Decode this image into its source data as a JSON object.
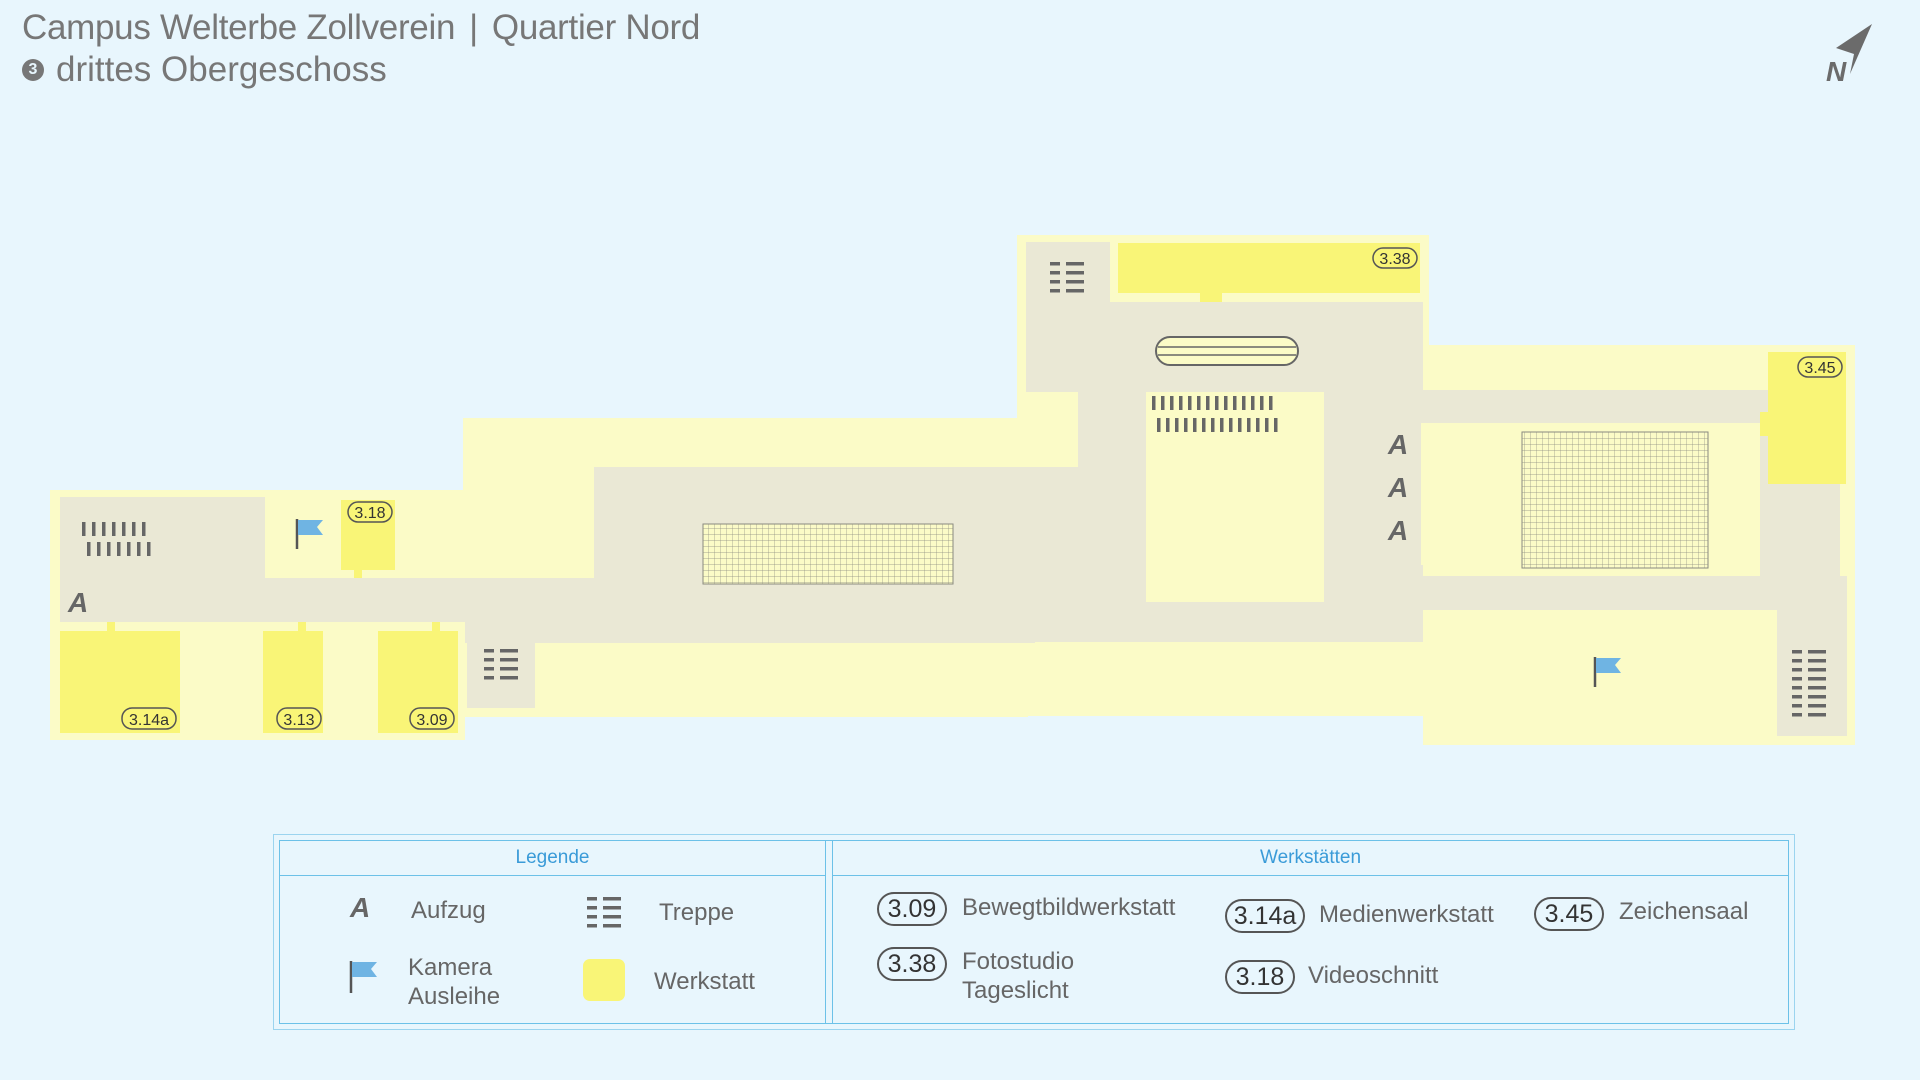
{
  "header": {
    "title": "Campus Welterbe Zollverein",
    "separator": "|",
    "title_part2": "Quartier Nord",
    "floor_badge": "3",
    "subtitle": "drittes Obergeschoss"
  },
  "compass": {
    "label": "N"
  },
  "map": {
    "colors": {
      "background": "#e8f6fd",
      "floor_outline": "#fbfbc7",
      "corridor": "#eae8d5",
      "room": "#f9f577",
      "label_border": "#555555",
      "flag": "#6fb4e3",
      "icon": "#666666"
    },
    "rooms": [
      {
        "id": "3.18",
        "label": "3.18"
      },
      {
        "id": "3.14a",
        "label": "3.14a"
      },
      {
        "id": "3.13",
        "label": "3.13"
      },
      {
        "id": "3.09",
        "label": "3.09"
      },
      {
        "id": "3.38",
        "label": "3.38"
      },
      {
        "id": "3.45",
        "label": "3.45"
      }
    ],
    "elevator_symbol": "A"
  },
  "legend": {
    "heading": "Legende",
    "items": {
      "elevator": {
        "symbol": "A",
        "label": "Aufzug"
      },
      "stairs": {
        "label": "Treppe"
      },
      "camera": {
        "label_line1": "Kamera",
        "label_line2": "Ausleihe"
      },
      "workshop": {
        "label": "Werkstatt"
      }
    }
  },
  "workshops": {
    "heading": "Werkstätten",
    "entries": [
      {
        "number": "3.09",
        "name": "Bewegtbildwerkstatt"
      },
      {
        "number": "3.14a",
        "name": "Medienwerkstatt"
      },
      {
        "number": "3.45",
        "name": "Zeichensaal"
      },
      {
        "number": "3.38",
        "name_line1": "Fotostudio",
        "name_line2": "Tageslicht"
      },
      {
        "number": "3.18",
        "name": "Videoschnitt"
      }
    ]
  }
}
